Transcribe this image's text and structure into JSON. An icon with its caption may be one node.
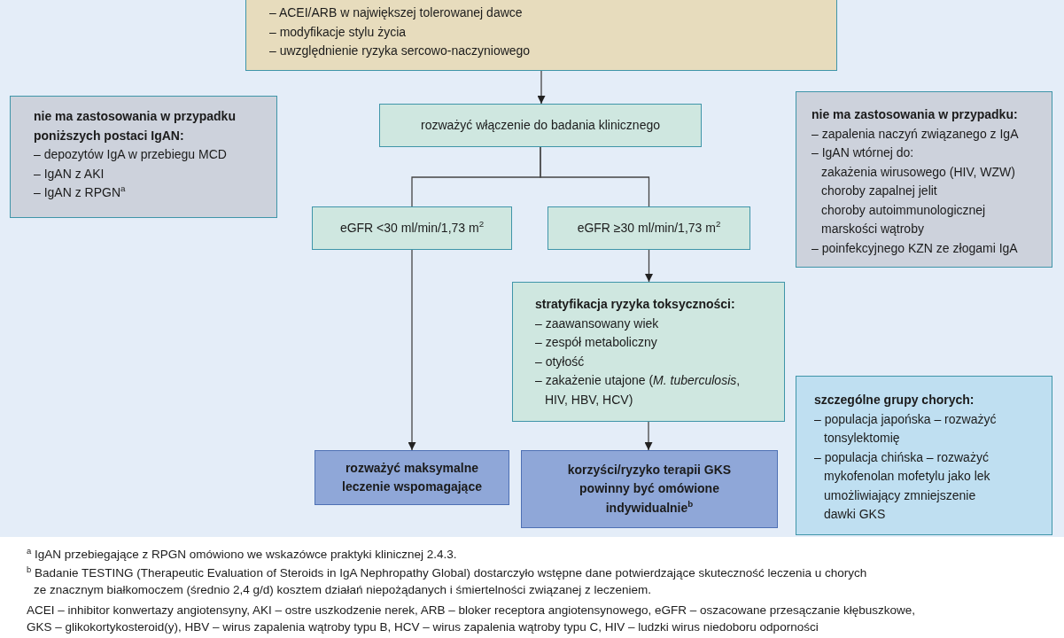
{
  "diagram": {
    "nodes": [
      {
        "text": [
          "– ACEI/ARB w największej tolerowanej dawce",
          "– modyfikacje stylu życia",
          "– uwzględnienie ryzyka sercowo-naczyniowego"
        ]
      },
      {
        "text": [
          "nie ma zastosowania w przypadku poniższych postaci IgAN:",
          "– depozytów IgA w przebiegu MCD",
          "– IgAN z AKI",
          "– IgAN z RPGN$^{a}$"
        ]
      },
      {
        "text": [
          "rozważyć włączenie do badania klinicznego"
        ]
      },
      {
        "text": [
          "nie ma zastosowania w przypadku:",
          "– zapalenia naczyń związanego z IgA",
          "– IgAN wtórnej do:",
          "zakażenia wirusowego (HIV, WZW)",
          "choroby zapalnej jelit",
          "choroby autoimmunologicznej",
          "marskości wątroby",
          "– poinfekcyjnego KZN ze złogami IgA"
        ]
      },
      {
        "text": [
          "eGFR <30 ml/min/1,73 m$^{2}$"
        ]
      },
      {
        "text": [
          "eGFR ≥30 ml/min/1,73 m$^{2}$"
        ]
      },
      {
        "text": [
          "stratyfikacja ryzyka toksyczności:",
          "– zaawansowany wiek",
          "– zespół metaboliczny",
          "– otyłość",
          "– zakażenie utajone (*M. tuberculosis*, HIV, HBV, HCV)"
        ]
      },
      {
        "text": [
          "szczególne grupy chorych:",
          "– populacja japońska – rozważyć tonsylektomię",
          "– populacja chińska – rozważyć mykofenolan mofetylu jako lek umożliwiający zmniejszenie dawki GKS"
        ]
      },
      {
        "text": [
          "rozważyć maksymalne leczenie wspomagające"
        ]
      },
      {
        "text": [
          "korzyści/ryzyko terapii GKS powinny być omówione indywidualnie$^{b}$"
        ]
      }
    ],
    "edges": [
      {
        "from": 0,
        "to": 2,
        "arrow": "to"
      },
      {
        "from": 2,
        "to": 4,
        "arrow": "none"
      },
      {
        "from": 2,
        "to": 5,
        "arrow": "none"
      },
      {
        "from": 4,
        "to": 8,
        "arrow": "to"
      },
      {
        "from": 5,
        "to": 6,
        "arrow": "to"
      },
      {
        "from": 6,
        "to": 9,
        "arrow": "to"
      }
    ],
    "labels": [
      "$^{a}$ IgAN przebiegające z RPGN omówiono we wskazówce praktyki klinicznej 2.4.3.",
      "$^{b}$ Badanie TESTING (Therapeutic Evaluation of Steroids in IgA Nephropathy Global) dostarczyło wstępne dane potwierdzające skuteczność leczenia u chorych ze znacznym białkomoczem (średnio 2,4 g/d) kosztem działań niepożądanych i śmiertelności związanej z leczeniem.",
      "ACEI – inhibitor konwertazy angiotensyny, AKI – ostre uszkodzenie nerek, ARB – bloker receptora angiotensynowego, eGFR – oszacowane przesączanie kłębuszkowe, GKS – glikokortykosteroid(y), HBV – wirus zapalenia wątroby typu B, HCV – wirus zapalenia wątroby typu C, HIV – ludzki wirus niedoboru odporności"
    ]
  }
}
